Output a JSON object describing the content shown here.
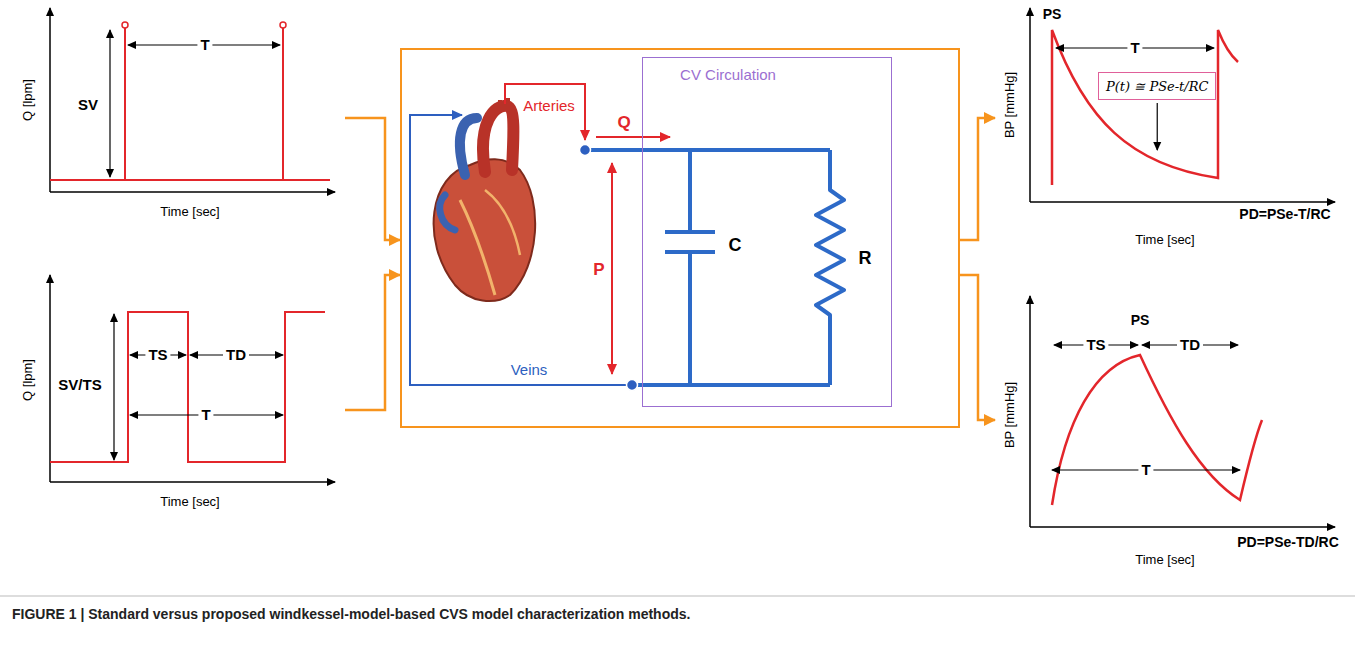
{
  "diagram": {
    "caption": "FIGURE 1 | Standard versus proposed windkessel-model-based CVS model characterization methods.",
    "nodes": [
      {
        "text": [
          "Q [lpm]",
          "SV",
          "T",
          "Time [sec]"
        ]
      },
      {
        "text": [
          "Q [lpm]",
          "SV/TS",
          "TS",
          "TD",
          "T",
          "Time [sec]"
        ]
      },
      {
        "text": [
          "Arteries",
          "Q",
          "P",
          "Veins"
        ]
      },
      {
        "text": [
          "CV Circulation",
          "C",
          "R"
        ],
        "in": 2
      },
      {
        "text": [
          "PS",
          "T",
          "BP [mmHg]",
          "PD=PSe-T/RC",
          "Time [sec]"
        ]
      },
      {
        "text": [
          "P(t) ≅ PSe-t/RC"
        ],
        "in": 4
      },
      {
        "text": [
          "PS",
          "TS",
          "TD",
          "BP [mmHg]",
          "T",
          "PD=PSe-TD/RC",
          "Time [sec]"
        ]
      }
    ],
    "edges": [
      {
        "from": 0,
        "to": 2,
        "arrow": "to"
      },
      {
        "from": 1,
        "to": 2,
        "arrow": "to"
      },
      {
        "from": 2,
        "to": 4,
        "arrow": "to"
      },
      {
        "from": 2,
        "to": 6,
        "arrow": "to"
      }
    ]
  }
}
